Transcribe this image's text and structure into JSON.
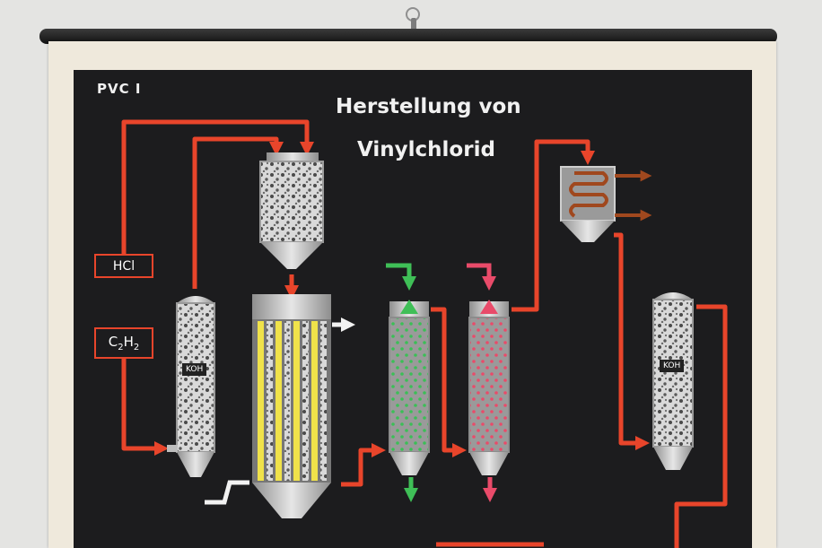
{
  "title_line1": "Herstellung von",
  "title_line2": "Vinylchlorid",
  "chart_code": "PVC I",
  "inputs": {
    "hcl": "HCl",
    "c2h2_base": "C",
    "c2h2_sub1": "2",
    "c2h2_mid": "H",
    "c2h2_sub2": "2"
  },
  "absorbent_labels": [
    "KOH",
    "KOH"
  ],
  "colors": {
    "board": "#1c1c1e",
    "pipe_red": "#e8452b",
    "pipe_pink": "#e94b6a",
    "pipe_green": "#3fbf57",
    "coolant": "#a0481e",
    "vessel": "#b6b6b6",
    "catalyst_yellow": "#f0e24a"
  }
}
